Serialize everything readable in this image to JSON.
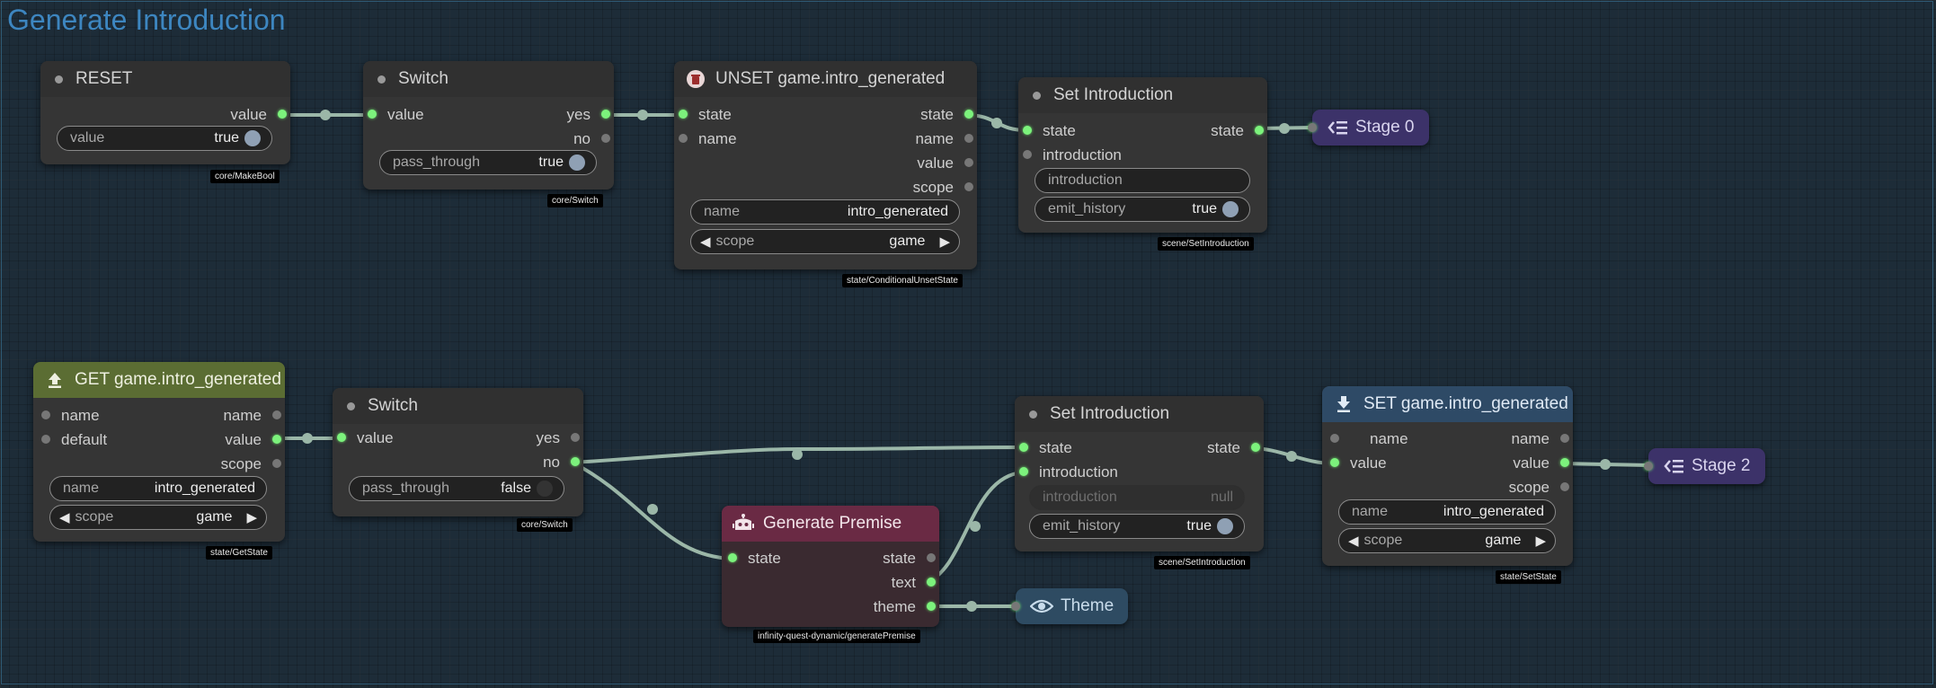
{
  "group": {
    "title": "Generate Introduction"
  },
  "nodes": {
    "reset": {
      "title": "RESET",
      "outputs": [
        "value"
      ],
      "widget": {
        "label": "value",
        "value": "true"
      },
      "type_tag": "core/MakeBool"
    },
    "switch_top": {
      "title": "Switch",
      "inputs": [
        "value"
      ],
      "outputs": [
        "yes",
        "no"
      ],
      "widget": {
        "label": "pass_through",
        "value": "true"
      },
      "type_tag": "core/Switch"
    },
    "unset_state": {
      "title": "UNSET game.intro_generated",
      "inputs": [
        "state",
        "name"
      ],
      "outputs": [
        "state",
        "name",
        "value",
        "scope"
      ],
      "widget_name": {
        "label": "name",
        "value": "intro_generated"
      },
      "widget_scope": {
        "label": "scope",
        "value": "game"
      },
      "type_tag": "state/ConditionalUnsetState"
    },
    "set_intro_top": {
      "title": "Set Introduction",
      "inputs": [
        "state",
        "introduction"
      ],
      "outputs": [
        "state"
      ],
      "widget_intro": {
        "label": "introduction"
      },
      "widget_emit": {
        "label": "emit_history",
        "value": "true"
      },
      "type_tag": "scene/SetIntroduction"
    },
    "stage0": {
      "label": "Stage 0"
    },
    "get_state": {
      "title": "GET game.intro_generated",
      "inputs": [
        "name",
        "default"
      ],
      "outputs": [
        "name",
        "value",
        "scope"
      ],
      "widget_name": {
        "label": "name",
        "value": "intro_generated"
      },
      "widget_scope": {
        "label": "scope",
        "value": "game"
      },
      "type_tag": "state/GetState"
    },
    "switch_bottom": {
      "title": "Switch",
      "inputs": [
        "value"
      ],
      "outputs": [
        "yes",
        "no"
      ],
      "widget": {
        "label": "pass_through",
        "value": "false"
      },
      "type_tag": "core/Switch"
    },
    "generate_premise": {
      "title": "Generate Premise",
      "inputs": [
        "state"
      ],
      "outputs": [
        "state",
        "text",
        "theme"
      ],
      "type_tag": "infinity-quest-dynamic/generatePremise"
    },
    "set_intro_bottom": {
      "title": "Set Introduction",
      "inputs": [
        "state",
        "introduction"
      ],
      "outputs": [
        "state"
      ],
      "widget_intro": {
        "label": "introduction",
        "value": "null"
      },
      "widget_emit": {
        "label": "emit_history",
        "value": "true"
      },
      "type_tag": "scene/SetIntroduction"
    },
    "set_state": {
      "title": "SET game.intro_generated",
      "inputs": [
        "name",
        "value"
      ],
      "outputs": [
        "name",
        "value",
        "scope"
      ],
      "widget_name": {
        "label": "name",
        "value": "intro_generated"
      },
      "widget_scope": {
        "label": "scope",
        "value": "game"
      },
      "type_tag": "state/SetState"
    },
    "stage2": {
      "label": "Stage 2"
    },
    "theme": {
      "label": "Theme"
    }
  },
  "colors": {
    "canvas": "#1d2a33",
    "node_body": "#353535",
    "wire": "#9bb7a8",
    "pin_active": "#7cf27c",
    "unset_header": "#9c2d2d",
    "get_header": "#5b6d33",
    "set_header": "#2e4a66",
    "premise_header": "#6a2a44",
    "stage": "#3c3269",
    "theme_node": "#2e4b62"
  },
  "icons": {
    "unset": "trash-icon",
    "get": "upload-icon",
    "set": "download-icon",
    "premise": "robot-icon",
    "stage": "stage-list-icon",
    "theme": "eye-icon"
  }
}
